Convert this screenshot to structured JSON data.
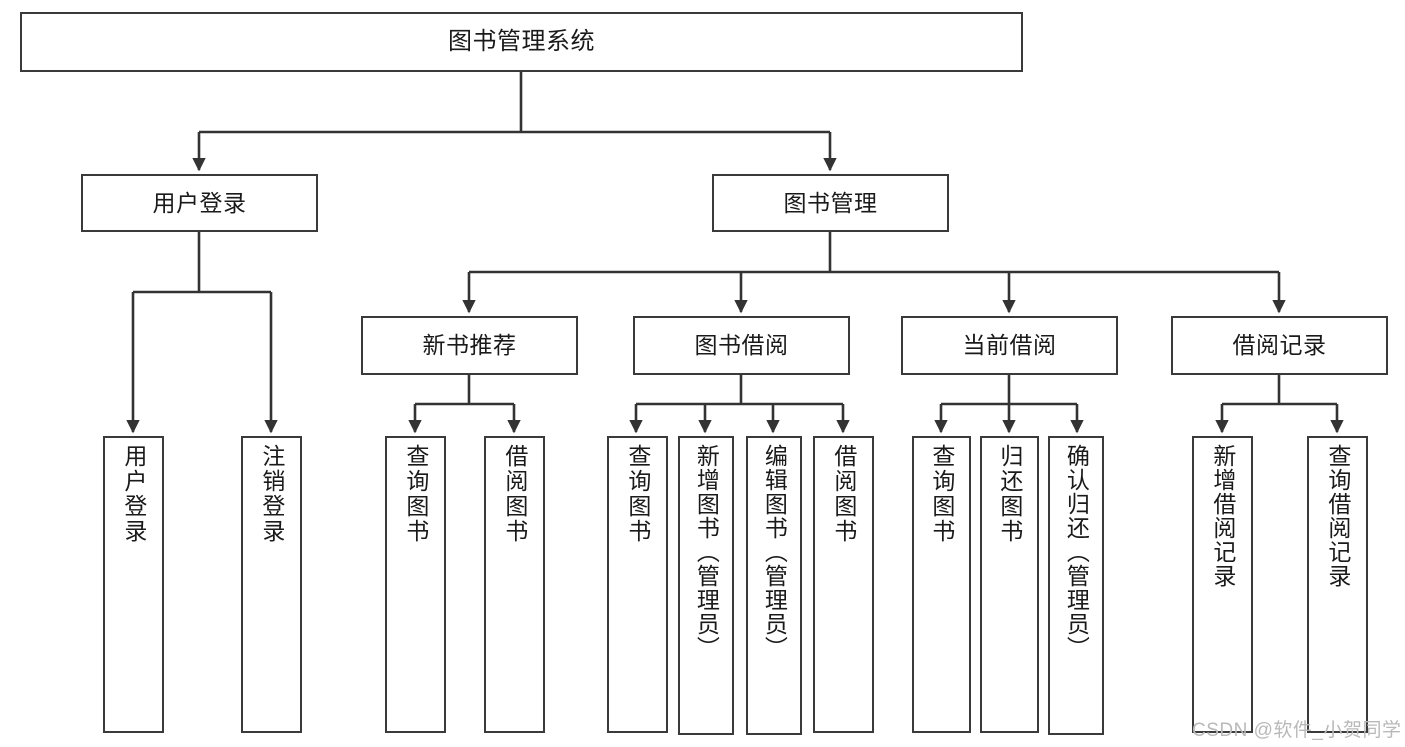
{
  "diagram": {
    "title": "图书管理系统",
    "type": "tree-hierarchy-chart",
    "colors": {
      "box_border": "#3a3a3a",
      "box_fill": "#ffffff",
      "connector": "#333333",
      "background": "#ffffff",
      "watermark": "#b9b9b9"
    },
    "nodes": {
      "root": {
        "label": "图书管理系统"
      },
      "level1": [
        {
          "id": "user-login",
          "label": "用户登录"
        },
        {
          "id": "book-management",
          "label": "图书管理"
        }
      ],
      "level2": [
        {
          "id": "new-book-recommend",
          "label": "新书推荐"
        },
        {
          "id": "book-borrow",
          "label": "图书借阅"
        },
        {
          "id": "current-borrow",
          "label": "当前借阅"
        },
        {
          "id": "borrow-record",
          "label": "借阅记录"
        }
      ],
      "leaves": [
        {
          "id": "leaf-user-login",
          "label": "用户登录",
          "parent": "user-login"
        },
        {
          "id": "leaf-logout-login",
          "label": "注销登录",
          "parent": "user-login"
        },
        {
          "id": "leaf-query-book-1",
          "label": "查询图书",
          "parent": "new-book-recommend"
        },
        {
          "id": "leaf-borrow-book-1",
          "label": "借阅图书",
          "parent": "new-book-recommend"
        },
        {
          "id": "leaf-query-book-2",
          "label": "查询图书",
          "parent": "book-borrow"
        },
        {
          "id": "leaf-add-book",
          "label": "新增图书（管理员）",
          "parent": "book-borrow"
        },
        {
          "id": "leaf-edit-book",
          "label": "编辑图书（管理员）",
          "parent": "book-borrow"
        },
        {
          "id": "leaf-borrow-book-2",
          "label": "借阅图书",
          "parent": "book-borrow"
        },
        {
          "id": "leaf-query-book-3",
          "label": "查询图书",
          "parent": "current-borrow"
        },
        {
          "id": "leaf-return-book",
          "label": "归还图书",
          "parent": "current-borrow"
        },
        {
          "id": "leaf-confirm-return",
          "label": "确认归还（管理员）",
          "parent": "current-borrow"
        },
        {
          "id": "leaf-add-record",
          "label": "新增借阅记录",
          "parent": "borrow-record"
        },
        {
          "id": "leaf-query-record",
          "label": "查询借阅记录",
          "parent": "borrow-record"
        }
      ]
    }
  },
  "watermark": {
    "text": "CSDN @软件_小贺同学"
  }
}
